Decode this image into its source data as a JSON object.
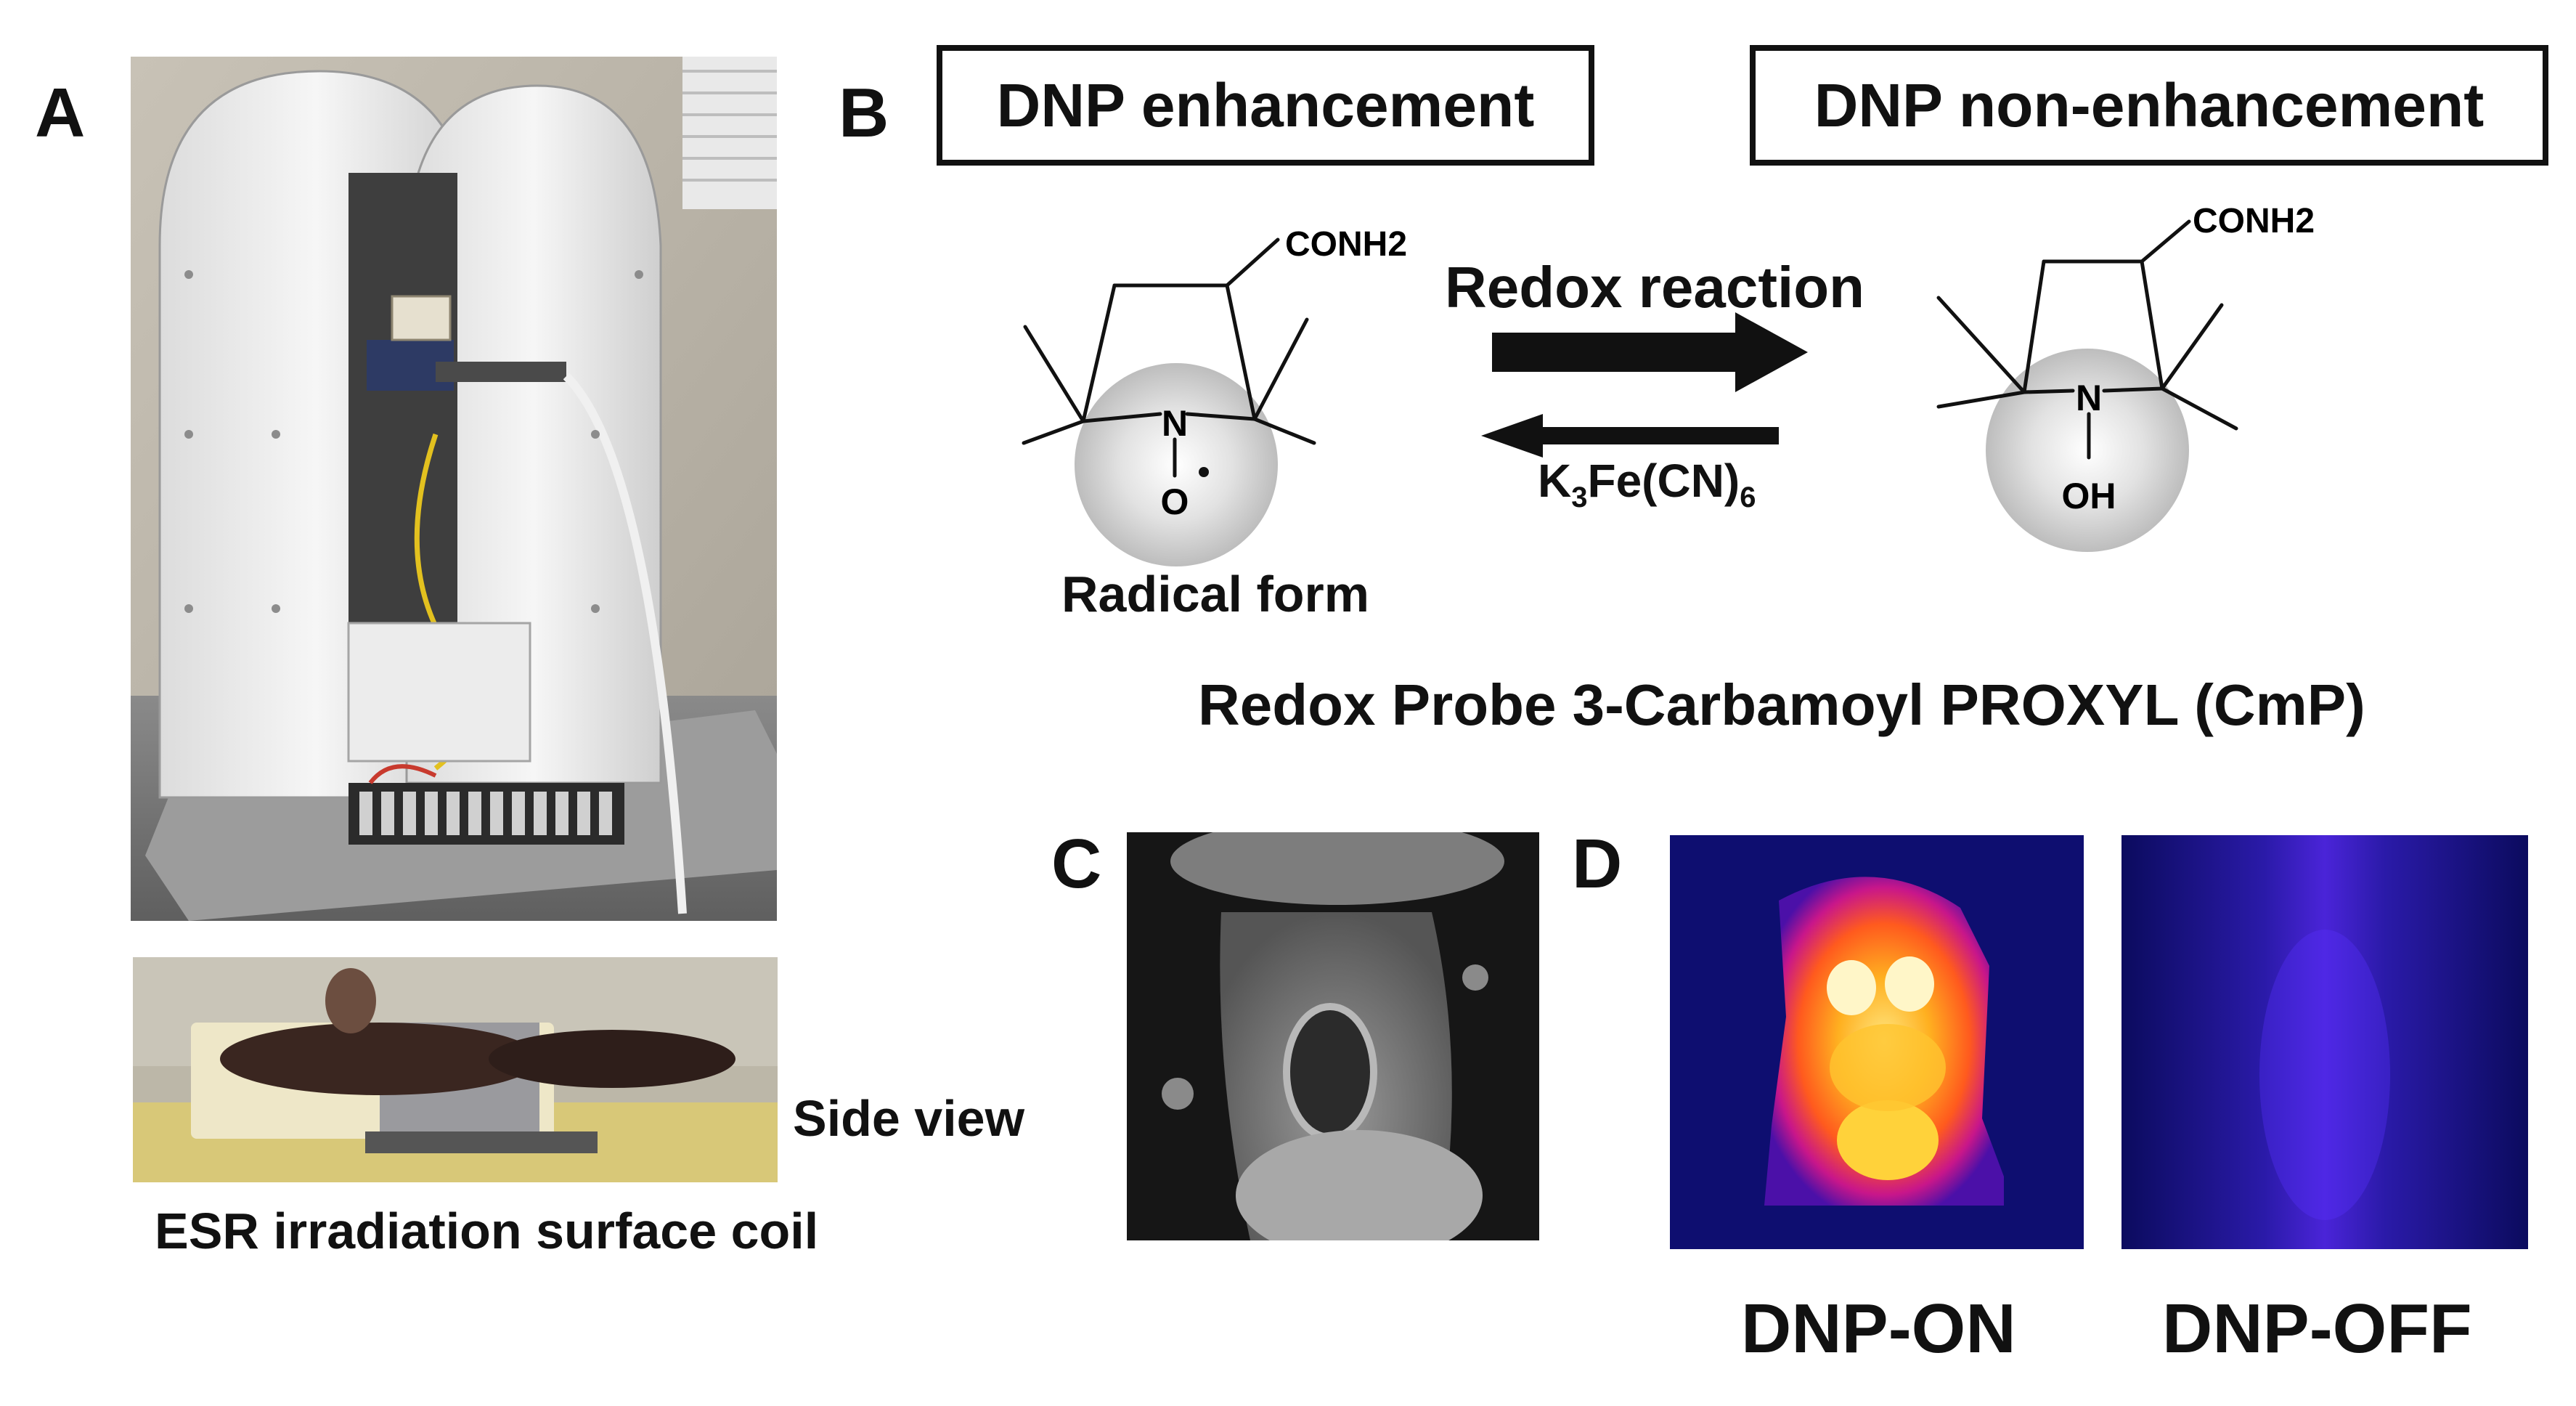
{
  "panels": {
    "a": {
      "letter": "A",
      "side_view": "Side view",
      "caption": "ESR irradiation surface coil"
    },
    "b": {
      "letter": "B",
      "box_left": "DNP enhancement",
      "box_right": "DNP non-enhancement",
      "reaction_label": "Redox reaction",
      "reverse_reagent": "K3Fe(CN)6",
      "radical_label": "Radical form",
      "probe_title": "Redox Probe 3-Carbamoyl PROXYL (CmP)",
      "left_molecule": {
        "substituent": "CONH2",
        "ring_atom": "N",
        "radical_atom": "O"
      },
      "right_molecule": {
        "substituent": "CONH2",
        "ring_atom": "N",
        "hydroxyl": "OH"
      }
    },
    "c": {
      "letter": "C"
    },
    "d": {
      "letter": "D",
      "label_on": "DNP-ON",
      "label_off": "DNP-OFF"
    }
  },
  "colors": {
    "ink": "#111111",
    "image_bg": "#0d0d6a",
    "hot": "#ffd23a"
  }
}
